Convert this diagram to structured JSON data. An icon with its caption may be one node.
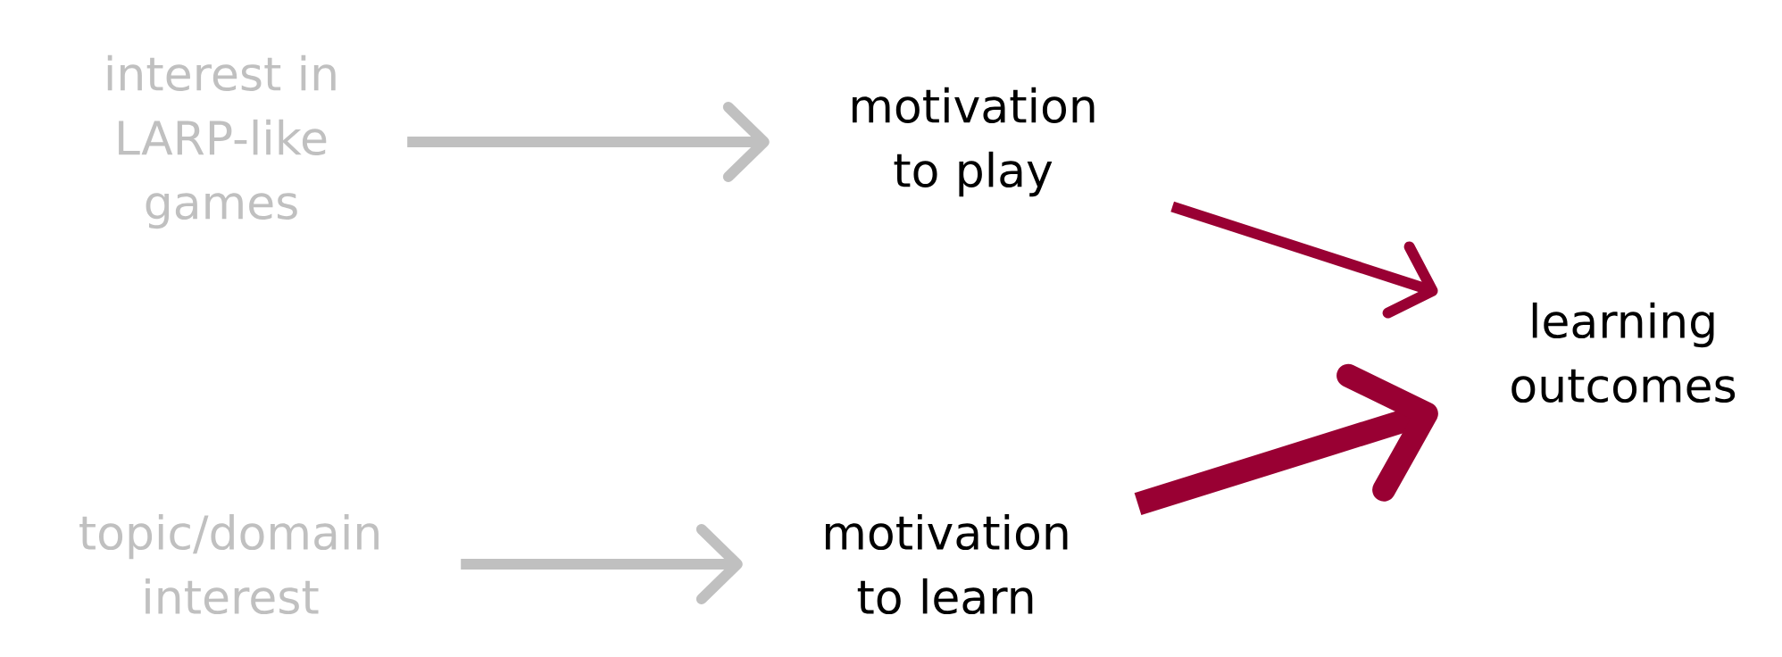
{
  "diagram": {
    "nodes": [
      {
        "text": [
          "interest in LARP-like games"
        ]
      },
      {
        "text": [
          "motivation to play"
        ]
      },
      {
        "text": [
          "learning outcomes"
        ]
      },
      {
        "text": [
          "topic/domain interest"
        ]
      },
      {
        "text": [
          "motivation to learn"
        ]
      }
    ],
    "edges": [
      {
        "from": 0,
        "to": 1,
        "arrow": "to"
      },
      {
        "from": 1,
        "to": 2,
        "arrow": "to",
        "color": "#990033"
      },
      {
        "from": 3,
        "to": 4,
        "arrow": "to"
      },
      {
        "from": 4,
        "to": 2,
        "arrow": "to",
        "style": "thick",
        "color": "#990033"
      }
    ]
  }
}
